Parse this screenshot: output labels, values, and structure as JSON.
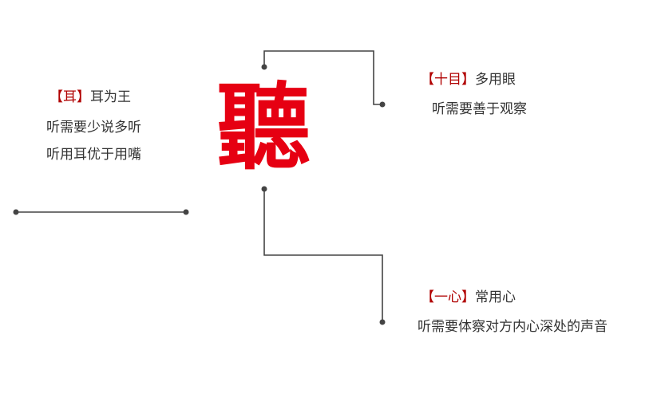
{
  "main_character": "聽",
  "colors": {
    "accent": "#e60012",
    "bracket": "#b00000",
    "text": "#333333",
    "line": "#444444"
  },
  "left_block": {
    "open_bracket": "【",
    "key": "耳",
    "close_bracket": "】",
    "title": "耳为王",
    "lines": [
      "听需要少说多听",
      "听用耳优于用嘴"
    ]
  },
  "top_right_block": {
    "open_bracket": "【",
    "key": "十目",
    "close_bracket": "】",
    "title": "多用眼",
    "lines": [
      "听需要善于观察"
    ]
  },
  "bottom_right_block": {
    "open_bracket": "【",
    "key": "一心",
    "close_bracket": "】",
    "title": "常用心",
    "lines": [
      "听需要体察对方内心深处的声音"
    ]
  }
}
